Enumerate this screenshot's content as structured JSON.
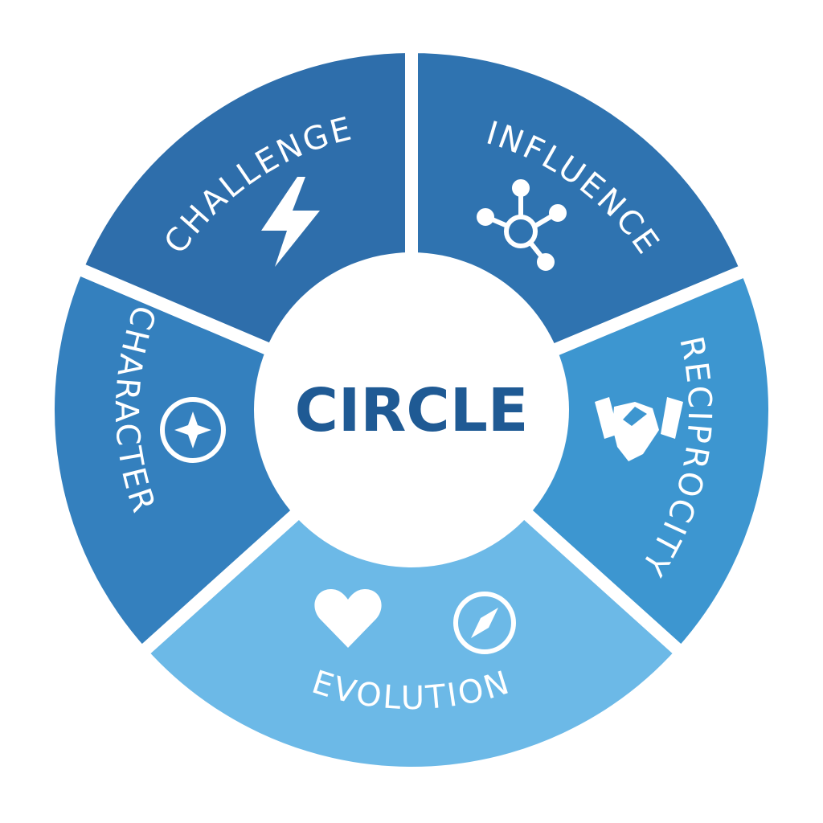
{
  "center": {
    "label": "CIRCLE",
    "color": "#1f5a94"
  },
  "segments": [
    {
      "label": "INFLUENCE",
      "icon": "network-icon",
      "color": "#2f73b0"
    },
    {
      "label": "RECIPROCITY",
      "icon": "handshake-icon",
      "color": "#3d96d0"
    },
    {
      "label": "EVOLUTION",
      "icon": "heart-and-compass-icons",
      "color": "#6cb9e7"
    },
    {
      "label": "CHARACTER",
      "icon": "compass-star-icon",
      "color": "#3480be"
    },
    {
      "label": "CHALLENGE",
      "icon": "lightning-icon",
      "color": "#2e6eab"
    }
  ]
}
